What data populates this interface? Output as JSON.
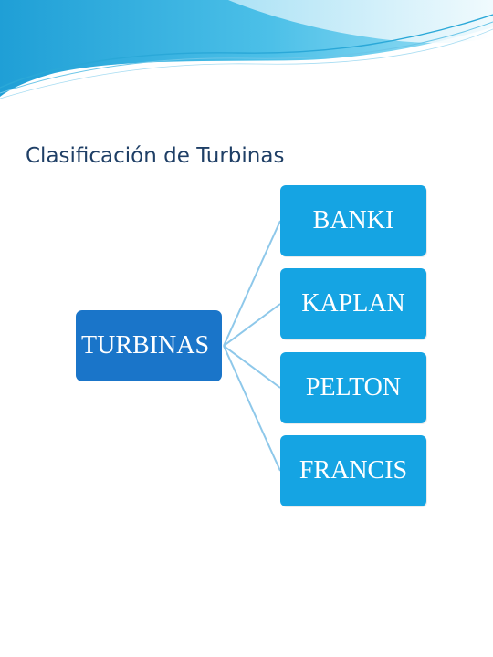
{
  "title": "Clasificación de Turbinas",
  "diagram": {
    "root": {
      "label": "TURBINAS"
    },
    "children": [
      {
        "label": "BANKI"
      },
      {
        "label": "KAPLAN"
      },
      {
        "label": "PELTON"
      },
      {
        "label": "FRANCIS"
      }
    ]
  },
  "colors": {
    "root_fill": "#1a75c9",
    "child_fill": "#15a4e3",
    "connector": "#8ec8ea",
    "title_text": "#1f3f66",
    "header_wave": "#2aa8d8"
  }
}
